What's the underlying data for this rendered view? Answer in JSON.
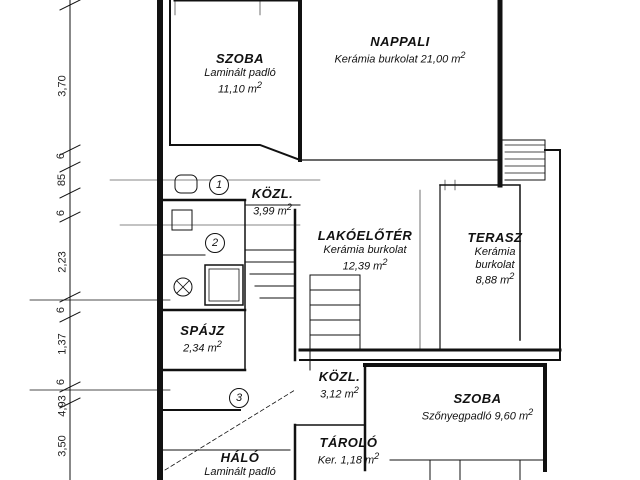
{
  "rooms": [
    {
      "id": "szoba1",
      "name": "SZOBA",
      "line1": "Laminált padló",
      "area": "11,10 m",
      "sup": "2"
    },
    {
      "id": "nappali",
      "name": "NAPPALI",
      "line1": "Kerámia burkolat 21,00 m",
      "sup": "2"
    },
    {
      "id": "kozl1",
      "name": "KÖZL.",
      "area": "3,99 m",
      "sup": "2"
    },
    {
      "id": "lakoeloter",
      "name": "LAKÓELŐTÉR",
      "line1": "Kerámia burkolat",
      "area": "12,39 m",
      "sup": "2"
    },
    {
      "id": "terasz",
      "name": "TERASZ",
      "line1": "Kerámia",
      "line2": "burkolat",
      "area": "8,88 m",
      "sup": "2"
    },
    {
      "id": "spajz",
      "name": "SPÁJZ",
      "area": "2,34 m",
      "sup": "2"
    },
    {
      "id": "kozl2",
      "name": "KÖZL.",
      "area": "3,12 m",
      "sup": "2"
    },
    {
      "id": "szoba2",
      "name": "SZOBA",
      "line1": "Szőnyegpadló 9,60 m",
      "sup": "2"
    },
    {
      "id": "tarolo",
      "name": "TÁROLÓ",
      "line1": "Ker. 1,18 m",
      "sup": "2"
    },
    {
      "id": "halo",
      "name": "HÁLÓ",
      "line1": "Laminált padló"
    }
  ],
  "dimensions": [
    "3,70",
    "6",
    "85",
    "6",
    "2,23",
    "6",
    "1,37",
    "6",
    "4,93",
    "3,50"
  ],
  "markers": [
    "1",
    "2",
    "3"
  ]
}
